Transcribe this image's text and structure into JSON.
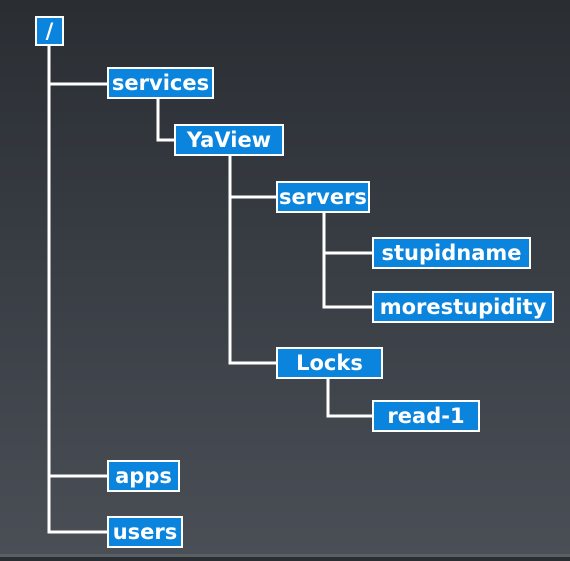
{
  "tree": {
    "root": {
      "label": "/"
    },
    "services": {
      "label": "services"
    },
    "yaview": {
      "label": "YaView"
    },
    "servers": {
      "label": "servers"
    },
    "stupidname": {
      "label": "stupidname"
    },
    "morestupidity": {
      "label": "morestupidity"
    },
    "locks": {
      "label": "Locks"
    },
    "read1": {
      "label": "read-1"
    },
    "apps": {
      "label": "apps"
    },
    "users": {
      "label": "users"
    }
  },
  "colors": {
    "node_fill": "#0a84dc",
    "node_border": "#ffffff",
    "connector": "#ffffff",
    "background_top": "#2a2e33",
    "background_bottom": "#4a4f56"
  }
}
